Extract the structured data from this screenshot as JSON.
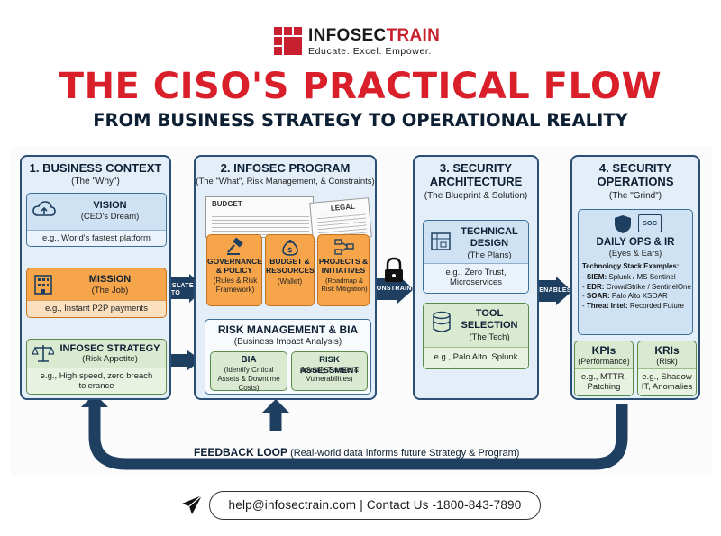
{
  "brand": {
    "name_part1": "INFOSEC",
    "name_part2": "TRAIN",
    "tagline": "Educate. Excel. Empower."
  },
  "title": "THE CISO'S PRACTICAL FLOW",
  "subtitle": "FROM BUSINESS STRATEGY TO OPERATIONAL REALITY",
  "columns": {
    "business": {
      "heading": "1. BUSINESS CONTEXT",
      "sub": "(The \"Why\")",
      "vision": {
        "title": "VISION",
        "sub": "(CEO's Dream)",
        "body": "e.g., World's fastest platform"
      },
      "mission": {
        "title": "MISSION",
        "sub": "(The Job)",
        "body": "e.g., Instant P2P payments"
      },
      "strategy": {
        "title": "INFOSEC STRATEGY",
        "sub": "(Risk Appetite)",
        "body": "e.g., High speed, zero breach tolerance"
      }
    },
    "program": {
      "heading": "2. INFOSEC PROGRAM",
      "sub": "(The \"What\", Risk Management, & Constraints)",
      "budget_label": "BUDGET",
      "legal_label": "LEGAL",
      "governance": {
        "title": "GOVERNANCE & POLICY",
        "sub": "(Rules & Risk Framework)"
      },
      "budget": {
        "title": "BUDGET & RESOURCES",
        "sub": "(Wallet)"
      },
      "projects": {
        "title": "PROJECTS & INITIATIVES",
        "sub": "(Roadmap & Risk Mitigation)"
      },
      "risk": {
        "title": "RISK MANAGEMENT & BIA",
        "sub": "(Business Impact Analysis)"
      },
      "bia": {
        "title": "BIA",
        "sub": "(Identify Critical Assets & Downtime Costs)"
      },
      "assessment": {
        "title": "RISK ASSESSMENT",
        "sub": "(Identify Threats & Vulnerabilities)"
      }
    },
    "architecture": {
      "heading_l1": "3. SECURITY",
      "heading_l2": "ARCHITECTURE",
      "sub": "(The Blueprint & Solution)",
      "design": {
        "title_l1": "TECHNICAL",
        "title_l2": "DESIGN",
        "sub": "(The Plans)",
        "body": "e.g., Zero Trust, Microservices"
      },
      "tool": {
        "title_l1": "TOOL",
        "title_l2": "SELECTION",
        "sub": "(The Tech)",
        "body": "e.g., Palo Alto, Splunk"
      }
    },
    "operations": {
      "heading_l1": "4. SECURITY",
      "heading_l2": "OPERATIONS",
      "sub": "(The \"Grind\")",
      "soc_label": "SOC",
      "daily": {
        "title": "DAILY OPS & IR",
        "sub": "(Eyes & Ears)"
      },
      "stack_heading": "Technology Stack Examples:",
      "stack": [
        {
          "key": "SIEM:",
          "value": "Splunk / MS Sentinel"
        },
        {
          "key": "EDR:",
          "value": "CrowdStrike / SentinelOne"
        },
        {
          "key": "SOAR:",
          "value": "Palo Alto XSOAR"
        },
        {
          "key": "Threat Intel:",
          "value": "Recorded Future"
        }
      ],
      "kpis": {
        "title": "KPIs",
        "sub": "(Performance)",
        "body": "e.g., MTTR, Patching"
      },
      "kris": {
        "title": "KRIs",
        "sub": "(Risk)",
        "body": "e.g., Shadow IT, Anomalies"
      }
    }
  },
  "arrows": {
    "translates_l1": "TRANSLATES",
    "translates_l2": "TO",
    "constrains": "CONSTRAINS",
    "enables": "ENABLES"
  },
  "feedback": {
    "label": "FEEDBACK LOOP",
    "text": "(Real-world data informs future Strategy & Program)"
  },
  "footer": {
    "contact": "help@infosectrain.com | Contact Us -1800-843-7890"
  },
  "colors": {
    "title_red": "#d81f2a",
    "navy": "#0d1f33",
    "column_bg": "#e3eef8",
    "card_blue": "#cfe2f3",
    "card_green": "#d9ead0",
    "card_orange": "#f6a54a",
    "arrow_navy": "#1f3f60"
  }
}
